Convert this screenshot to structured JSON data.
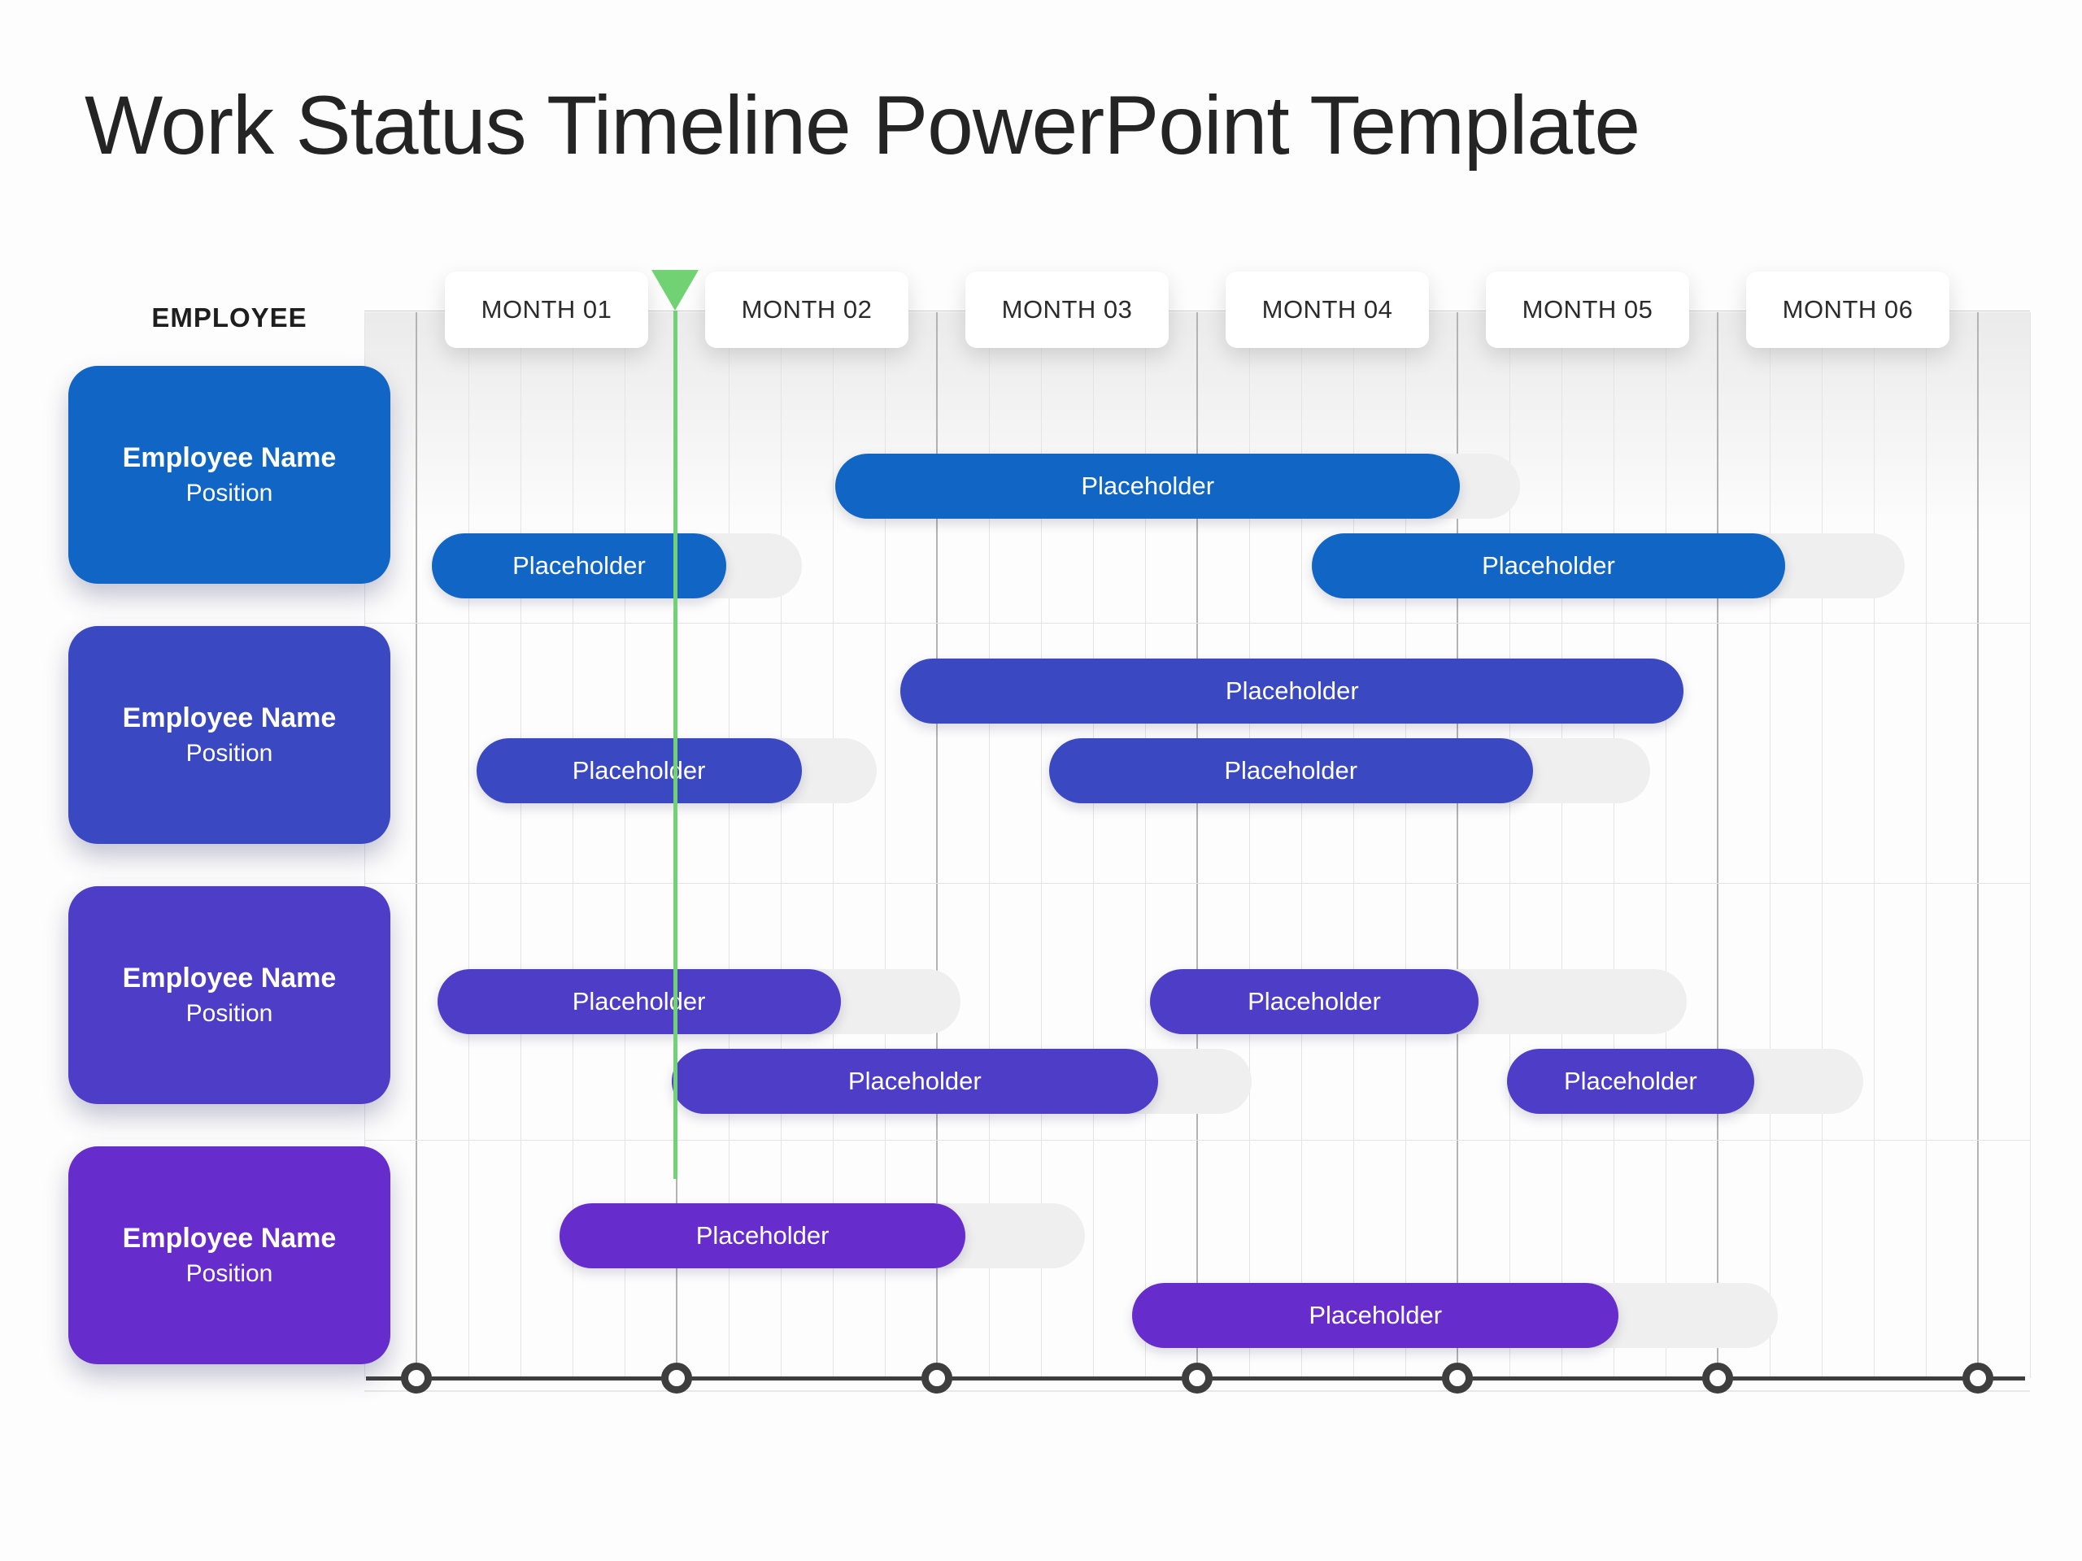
{
  "title": "Work Status Timeline PowerPoint Template",
  "header": {
    "employee_column_label": "EMPLOYEE",
    "months": [
      "MONTH 01",
      "MONTH 02",
      "MONTH 03",
      "MONTH 04",
      "MONTH 05",
      "MONTH 06"
    ]
  },
  "colors": {
    "page_background": "#fdfdfd",
    "title_text": "#242424",
    "month_card_background": "#ffffff",
    "month_card_text": "#2b2b2b",
    "grid_minor_line": "#e4e4e4",
    "grid_month_boundary_line": "#b3b3b3",
    "row_divider_line": "#e3e3e3",
    "header_rule_line": "#c9c9c9",
    "marker_green": "#70D273",
    "bar_track_gray": "#efefef",
    "axis_dark": "#3e3e3e",
    "employee_colors": [
      "#1166C5",
      "#3A49C2",
      "#4E3EC7",
      "#672CCC"
    ]
  },
  "chart_data": {
    "type": "gantt",
    "title": "Work Status Timeline PowerPoint Template",
    "x_axis": {
      "categories": [
        "MONTH 01",
        "MONTH 02",
        "MONTH 03",
        "MONTH 04",
        "MONTH 05",
        "MONTH 06"
      ],
      "range_months": [
        0,
        6
      ],
      "minor_gridlines_per_month": 5,
      "boundary_dots": 7
    },
    "row_header": "EMPLOYEE",
    "current_time_marker_month": 1.0,
    "legend": "none",
    "employees": [
      {
        "name": "Employee Name",
        "position": "Position",
        "color": "#1166C5",
        "bars": [
          {
            "label": "Placeholder",
            "lane": 0,
            "start_month": 1.61,
            "end_month": 4.01,
            "track_end_month": 4.24
          },
          {
            "label": "Placeholder",
            "lane": 1,
            "start_month": 0.06,
            "end_month": 1.19,
            "track_end_month": 1.48
          },
          {
            "label": "Placeholder",
            "lane": 1,
            "start_month": 3.44,
            "end_month": 5.26,
            "track_end_month": 5.72
          }
        ]
      },
      {
        "name": "Employee Name",
        "position": "Position",
        "color": "#3A49C2",
        "bars": [
          {
            "label": "Placeholder",
            "lane": 2,
            "start_month": 1.86,
            "end_month": 4.87,
            "track_end_month": null
          },
          {
            "label": "Placeholder",
            "lane": 3,
            "start_month": 0.23,
            "end_month": 1.48,
            "track_end_month": 1.77
          },
          {
            "label": "Placeholder",
            "lane": 3,
            "start_month": 2.43,
            "end_month": 4.29,
            "track_end_month": 4.74
          }
        ]
      },
      {
        "name": "Employee Name",
        "position": "Position",
        "color": "#4E3EC7",
        "bars": [
          {
            "label": "Placeholder",
            "lane": 4,
            "start_month": 0.08,
            "end_month": 1.63,
            "track_end_month": 2.09
          },
          {
            "label": "Placeholder",
            "lane": 4,
            "start_month": 2.82,
            "end_month": 4.08,
            "track_end_month": 4.88
          },
          {
            "label": "Placeholder",
            "lane": 5,
            "start_month": 0.98,
            "end_month": 2.85,
            "track_end_month": 3.21
          },
          {
            "label": "Placeholder",
            "lane": 5,
            "start_month": 4.19,
            "end_month": 5.14,
            "track_end_month": 5.56
          }
        ]
      },
      {
        "name": "Employee Name",
        "position": "Position",
        "color": "#672CCC",
        "bars": [
          {
            "label": "Placeholder",
            "lane": 6,
            "start_month": 0.55,
            "end_month": 2.11,
            "track_end_month": 2.57
          },
          {
            "label": "Placeholder",
            "lane": 7,
            "start_month": 2.75,
            "end_month": 4.62,
            "track_end_month": 5.23
          }
        ]
      }
    ]
  }
}
